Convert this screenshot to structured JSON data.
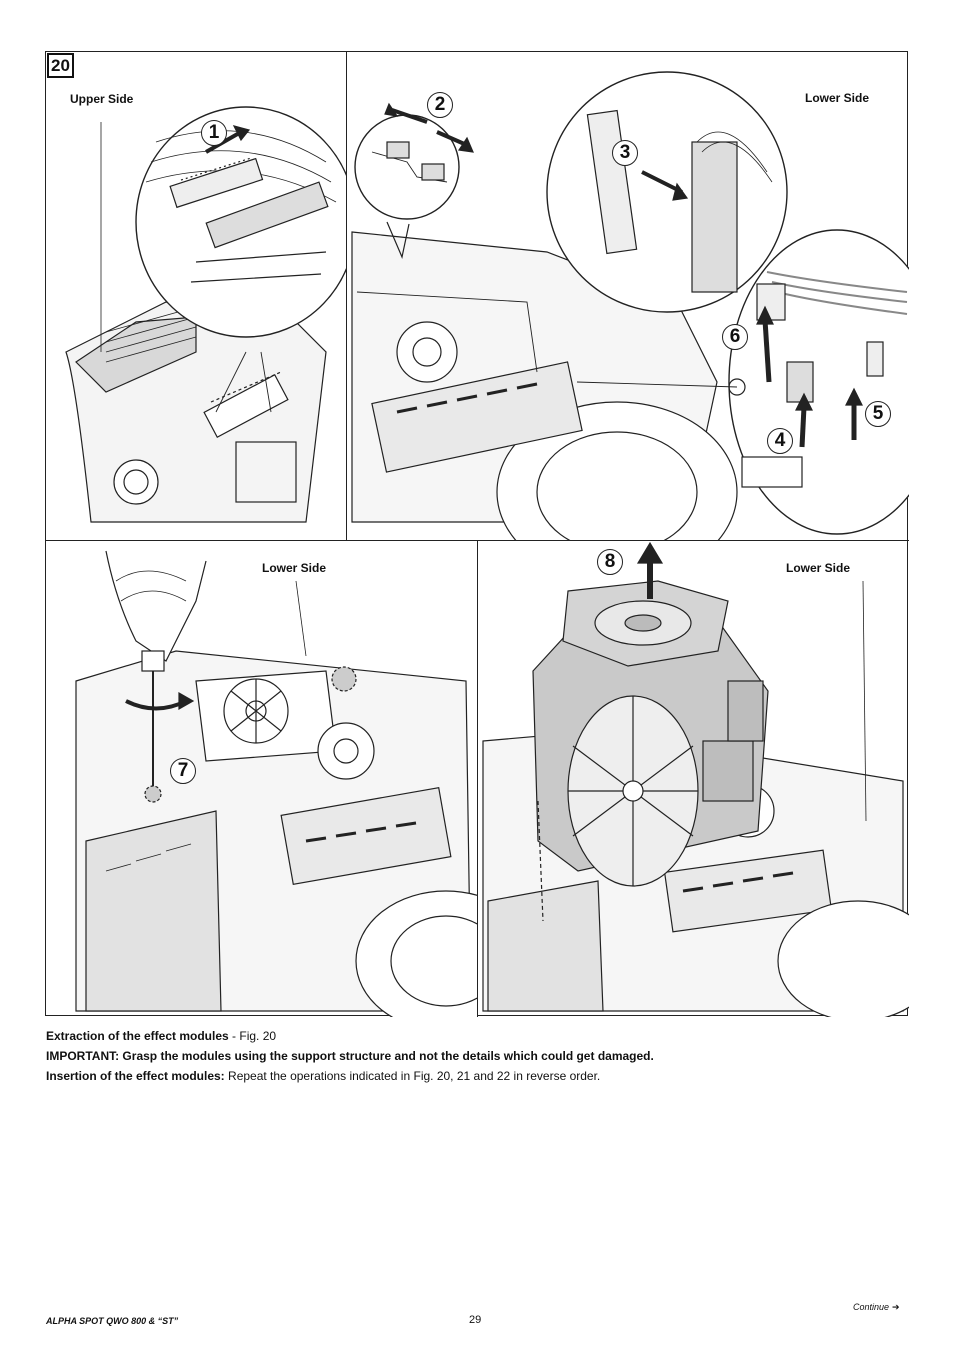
{
  "figure": {
    "number": "20",
    "labels": {
      "upper_side": "Upper Side",
      "lower_side_top": "Lower Side",
      "lower_side_bottom_left": "Lower Side",
      "lower_side_bottom_right": "Lower Side"
    },
    "callouts": [
      "1",
      "2",
      "3",
      "4",
      "5",
      "6",
      "7",
      "8"
    ]
  },
  "caption": {
    "extraction_title": "Extraction of the effect modules",
    "extraction_ref": " - Fig. 20",
    "important": "IMPORTANT: Grasp the modules using the support structure and not the details which could get damaged.",
    "insertion_title": "Insertion of the effect modules:",
    "insertion_text": " Repeat the operations indicated in Fig. 20, 21 and 22 in reverse order."
  },
  "footer": {
    "product_title": "ALPHA SPOT QWO 800 & “ST”",
    "page_number": "29",
    "continue_label": "Continue",
    "continue_arrow": "➔"
  },
  "colors": {
    "ink": "#222222",
    "shade": "#cfcfcf",
    "dark_shade": "#9a9a9a"
  }
}
